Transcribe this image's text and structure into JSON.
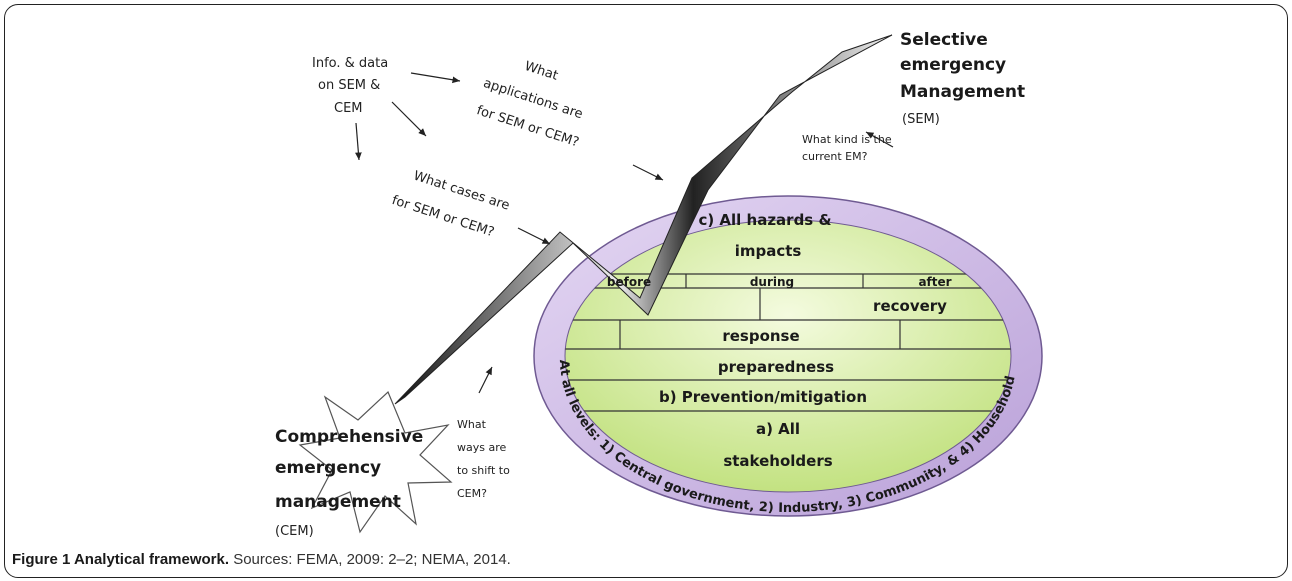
{
  "sem": {
    "line1": "Selective",
    "line2": "emergency",
    "line3": "Management",
    "abbr": "(SEM)"
  },
  "cem": {
    "line1": "Comprehensive",
    "line2": "emergency",
    "line3": "management",
    "abbr": "(CEM)"
  },
  "questions": {
    "info": [
      "Info. & data",
      "on SEM &",
      "CEM"
    ],
    "applications": [
      "What",
      "applications are",
      "for SEM or CEM?"
    ],
    "cases": [
      "What cases are",
      "for SEM or CEM?"
    ],
    "kind": [
      "What kind is the",
      "current EM?"
    ],
    "ways": [
      "What",
      "ways are",
      "to shift to",
      "CEM?"
    ]
  },
  "ellipse": {
    "hazards": [
      "c) All hazards &",
      "impacts"
    ],
    "phases": [
      "before",
      "during",
      "after"
    ],
    "recovery": "recovery",
    "response": "response",
    "preparedness": "preparedness",
    "prevention": "b) Prevention/mitigation",
    "stakeholders": [
      "a) All",
      "stakeholders"
    ],
    "ring": "At all levels: 1) Central government, 2) Industry, 3) Community, & 4) Household"
  },
  "caption": {
    "bold": "Figure 1 Analytical framework.",
    "rest": " Sources: FEMA, 2009: 2–2; NEMA, 2014."
  },
  "colors": {
    "ring": "#cdb8e6",
    "inner": "#d9efa6",
    "border": "#6f5a92"
  }
}
